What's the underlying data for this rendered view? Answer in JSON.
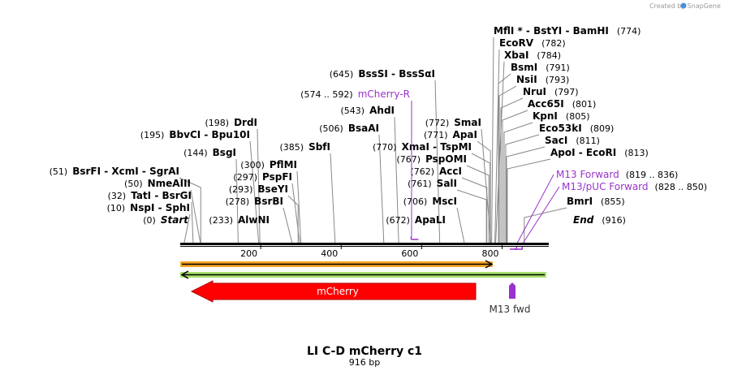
{
  "credit": "Created by SnapGene",
  "title": "LI C-D mCherry c1",
  "length_label": "916 bp",
  "sequence_length": 916,
  "colors": {
    "enzyme_text": "#000000",
    "primer": "#9933cc",
    "feature_mcherry": "#ff0000",
    "orf_orange": "#f5a623",
    "orf_green": "#7dd02a",
    "backbone": "#000000"
  },
  "ruler": {
    "ticks": [
      200,
      400,
      600,
      800
    ]
  },
  "sites": [
    {
      "pos": 0,
      "pos_label": "(0)",
      "name": "Start"
    },
    {
      "pos": 10,
      "pos_label": "(10)",
      "name": "NspI",
      "name2": "SphI"
    },
    {
      "pos": 32,
      "pos_label": "(32)",
      "name": "TatI",
      "name2": "BsrGI"
    },
    {
      "pos": 50,
      "pos_label": "(50)",
      "name": "NmeAIII"
    },
    {
      "pos": 51,
      "pos_label": "(51)",
      "name": "BsrFI",
      "name2": "XcmI",
      "name3": "SgrAI"
    },
    {
      "pos": 144,
      "pos_label": "(144)",
      "name": "BsgI"
    },
    {
      "pos": 195,
      "pos_label": "(195)",
      "name": "BbvCI",
      "name2": "Bpu10I"
    },
    {
      "pos": 198,
      "pos_label": "(198)",
      "name": "DrdI"
    },
    {
      "pos": 233,
      "pos_label": "(233)",
      "name": "AlwNI"
    },
    {
      "pos": 278,
      "pos_label": "(278)",
      "name": "BsrBI"
    },
    {
      "pos": 293,
      "pos_label": "(293)",
      "name": "BseYI"
    },
    {
      "pos": 297,
      "pos_label": "(297)",
      "name": "PspFI"
    },
    {
      "pos": 300,
      "pos_label": "(300)",
      "name": "PflMI"
    },
    {
      "pos": 385,
      "pos_label": "(385)",
      "name": "SbfI"
    },
    {
      "pos": 506,
      "pos_label": "(506)",
      "name": "BsaAI"
    },
    {
      "pos": 543,
      "pos_label": "(543)",
      "name": "AhdI"
    },
    {
      "pos": 645,
      "pos_label": "(645)",
      "name": "BssSI",
      "name2": "BssSαI"
    },
    {
      "pos": 672,
      "pos_label": "(672)",
      "name": "ApaLI"
    },
    {
      "pos": 706,
      "pos_label": "(706)",
      "name": "MscI"
    },
    {
      "pos": 761,
      "pos_label": "(761)",
      "name": "SalI"
    },
    {
      "pos": 762,
      "pos_label": "(762)",
      "name": "AccI"
    },
    {
      "pos": 767,
      "pos_label": "(767)",
      "name": "PspOMI"
    },
    {
      "pos": 770,
      "pos_label": "(770)",
      "name": "XmaI",
      "name2": "TspMI"
    },
    {
      "pos": 771,
      "pos_label": "(771)",
      "name": "ApaI"
    },
    {
      "pos": 772,
      "pos_label": "(772)",
      "name": "SmaI"
    },
    {
      "pos": 774,
      "pos_label": "(774)",
      "name": "MflI *",
      "name2": "BstYI",
      "name3": "BamHI"
    },
    {
      "pos": 782,
      "pos_label": "(782)",
      "name": "EcoRV"
    },
    {
      "pos": 784,
      "pos_label": "(784)",
      "name": "XbaI"
    },
    {
      "pos": 791,
      "pos_label": "(791)",
      "name": "BsmI"
    },
    {
      "pos": 793,
      "pos_label": "(793)",
      "name": "NsiI"
    },
    {
      "pos": 797,
      "pos_label": "(797)",
      "name": "NruI"
    },
    {
      "pos": 801,
      "pos_label": "(801)",
      "name": "Acc65I"
    },
    {
      "pos": 805,
      "pos_label": "(805)",
      "name": "KpnI"
    },
    {
      "pos": 809,
      "pos_label": "(809)",
      "name": "Eco53kI"
    },
    {
      "pos": 811,
      "pos_label": "(811)",
      "name": "SacI"
    },
    {
      "pos": 813,
      "pos_label": "(813)",
      "name": "ApoI",
      "name2": "EcoRI"
    },
    {
      "pos": 855,
      "pos_label": "(855)",
      "name": "BmrI"
    },
    {
      "pos": 916,
      "pos_label": "(916)",
      "name": "End"
    }
  ],
  "primers": [
    {
      "range": "(574 .. 592)",
      "name": "mCherry-R",
      "start": 574,
      "end": 592
    },
    {
      "name": "M13 Forward",
      "range": "(819 .. 836)",
      "start": 819,
      "end": 836
    },
    {
      "name": "M13/pUC Forward",
      "range": "(828 .. 850)",
      "start": 828,
      "end": 850
    }
  ],
  "features": [
    {
      "name": "mCherry",
      "start": 29,
      "end": 740,
      "direction": "reverse"
    },
    {
      "name": "M13 fwd",
      "start": 819,
      "end": 836,
      "direction": "forward"
    }
  ],
  "orfs": [
    {
      "start": 0,
      "end": 780,
      "direction": "forward"
    },
    {
      "start": 0,
      "end": 916,
      "direction": "reverse"
    }
  ]
}
